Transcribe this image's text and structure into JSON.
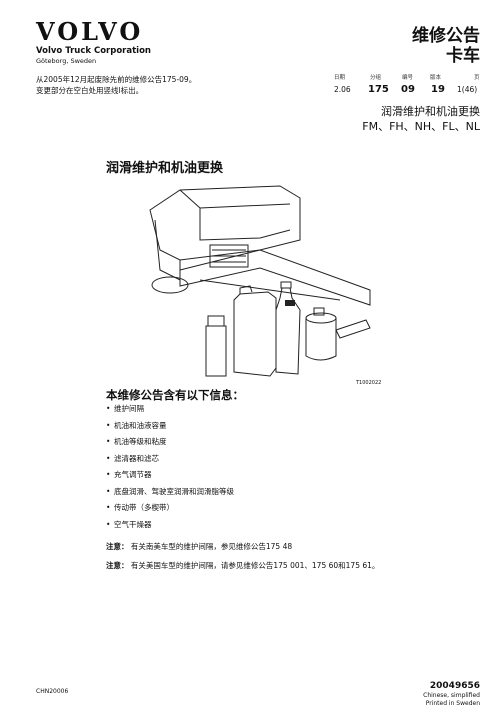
{
  "header": {
    "logo": "VOLVO",
    "company": "Volvo Truck Corporation",
    "city": "Göteborg, Sweden",
    "doc_type": "维修公告",
    "doc_sub": "卡车",
    "intro_line1": "从2005年12月起废除先前的维修公告175-09。",
    "intro_line2": "变更部分在空白处用竖线l标出。"
  },
  "meta": {
    "date_label": "日期",
    "date_value": "2.06",
    "group_label": "分组",
    "group_value": "175",
    "number_label": "编号",
    "number_value": "09",
    "version_label": "版本",
    "version_value": "19",
    "page_label": "页",
    "page_value": "1(46)"
  },
  "title": {
    "cn": "润滑维护和机油更换",
    "models": "FM、FH、NH、FL、NL"
  },
  "main": {
    "heading": "润滑维护和机油更换",
    "figure_code": "T1002022",
    "info_heading": "本维修公告含有以下信息：",
    "bullet": "•",
    "items": [
      "维护间隔",
      "机油和油液容量",
      "机油等级和粘度",
      "滤清器和滤芯",
      "充气调节器",
      "底盘润滑、驾驶室润滑和润滑脂等级",
      "传动带（多楔带）",
      "空气干燥器"
    ],
    "note1_label": "注意：",
    "note1_text": "有关南美车型的维护间隔，参见维修公告175 48",
    "note2_label": "注意：",
    "note2_text": "有关美国车型的维护间隔，请参见维修公告175 001、175 60和175 61。"
  },
  "footer": {
    "left_code": "CHN20006",
    "doc_number": "20049656",
    "lang": "Chinese, simplified",
    "printed": "Printed in Sweden"
  }
}
